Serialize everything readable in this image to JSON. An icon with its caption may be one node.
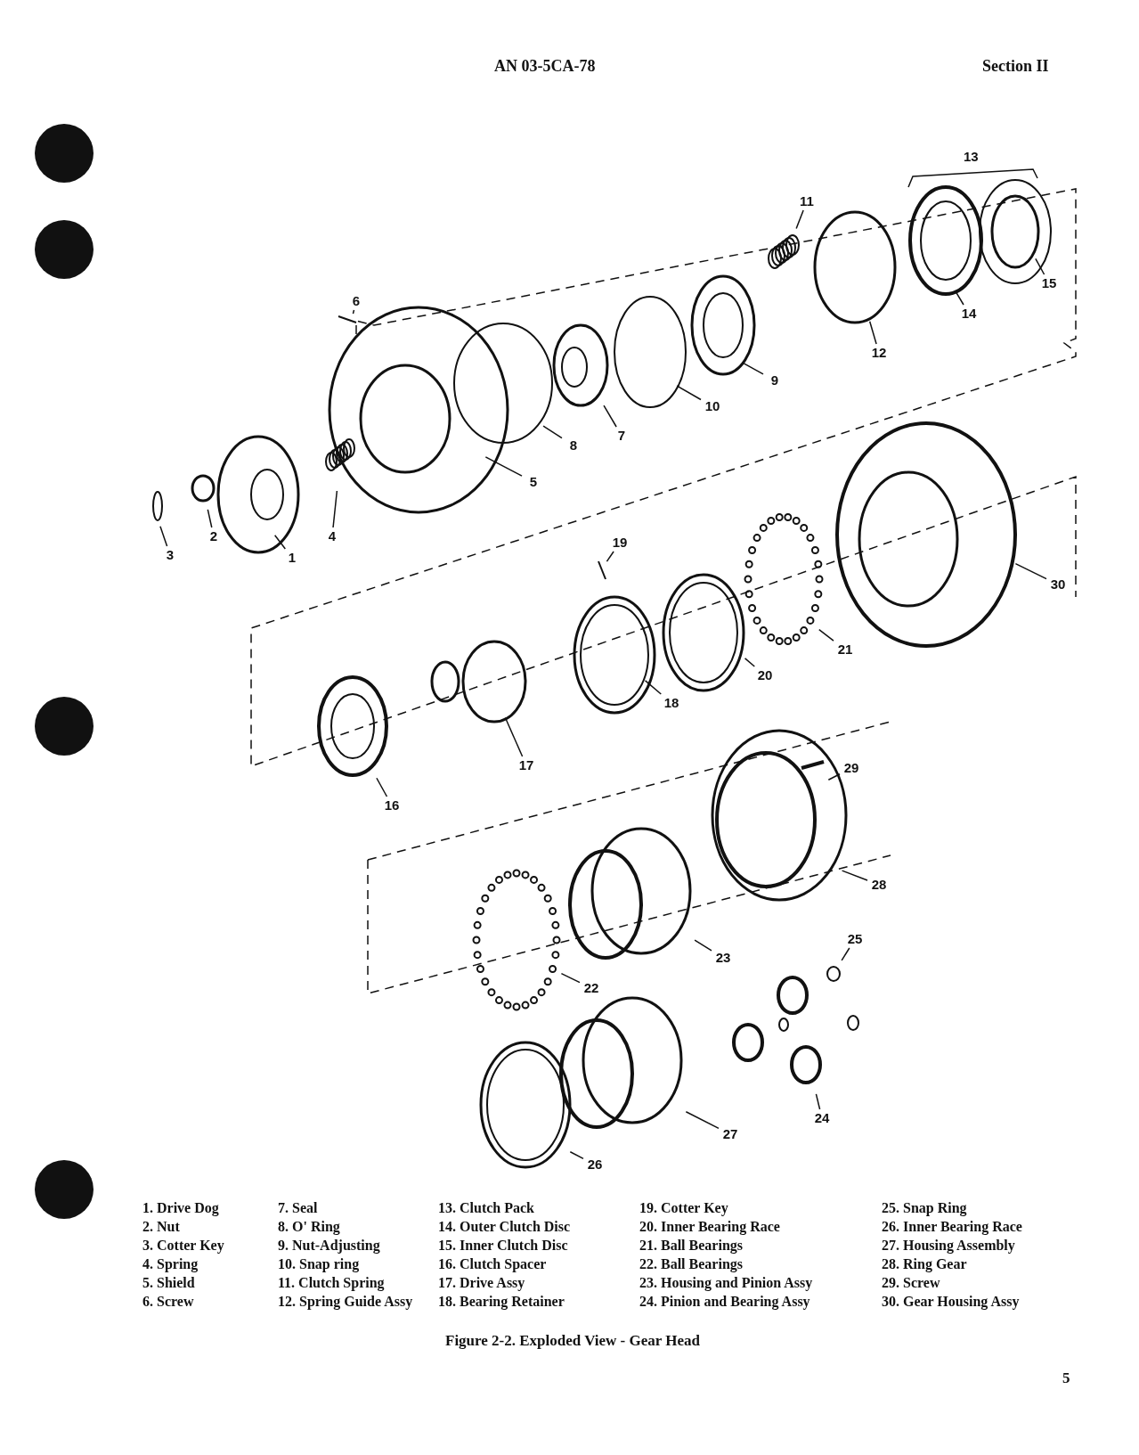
{
  "diagram": {
    "caption": "Figure 2-2. Exploded View - Gear Head",
    "nodes": [
      {
        "text": [
          "1"
        ]
      },
      {
        "text": [
          "2"
        ]
      },
      {
        "text": [
          "3"
        ]
      },
      {
        "text": [
          "4"
        ]
      },
      {
        "text": [
          "5"
        ]
      },
      {
        "text": [
          "6"
        ]
      },
      {
        "text": [
          "7"
        ]
      },
      {
        "text": [
          "8"
        ]
      },
      {
        "text": [
          "9"
        ]
      },
      {
        "text": [
          "10"
        ]
      },
      {
        "text": [
          "11"
        ]
      },
      {
        "text": [
          "12"
        ]
      },
      {
        "text": [
          "14"
        ]
      },
      {
        "text": [
          "15"
        ]
      },
      {
        "text": [
          "16"
        ]
      },
      {
        "text": [
          "17"
        ]
      },
      {
        "text": [
          "18"
        ]
      },
      {
        "text": [
          "19"
        ]
      },
      {
        "text": [
          "20"
        ]
      },
      {
        "text": [
          "21"
        ]
      },
      {
        "text": [
          "22"
        ]
      },
      {
        "text": [
          "23"
        ]
      },
      {
        "text": [
          "24"
        ]
      },
      {
        "text": [
          "25"
        ]
      },
      {
        "text": [
          "26"
        ]
      },
      {
        "text": [
          "27"
        ]
      },
      {
        "text": [
          "28"
        ]
      },
      {
        "text": [
          "29"
        ]
      },
      {
        "text": [
          "30"
        ]
      }
    ],
    "edges": [
      {
        "from": 0,
        "to": null,
        "arrow": "none"
      },
      {
        "from": 1,
        "to": null,
        "arrow": "none"
      },
      {
        "from": 2,
        "to": null,
        "arrow": "none"
      },
      {
        "from": 3,
        "to": null,
        "arrow": "none"
      },
      {
        "from": 4,
        "to": null,
        "arrow": "none"
      },
      {
        "from": 5,
        "to": null,
        "arrow": "none"
      },
      {
        "from": 6,
        "to": null,
        "arrow": "none"
      },
      {
        "from": 7,
        "to": null,
        "arrow": "none"
      },
      {
        "from": 8,
        "to": null,
        "arrow": "none"
      },
      {
        "from": 9,
        "to": null,
        "arrow": "none"
      },
      {
        "from": 10,
        "to": null,
        "arrow": "none"
      },
      {
        "from": 11,
        "to": null,
        "arrow": "none"
      },
      {
        "from": 12,
        "to": null,
        "arrow": "none"
      },
      {
        "from": 13,
        "to": null,
        "arrow": "none"
      },
      {
        "from": 14,
        "to": null,
        "arrow": "none"
      },
      {
        "from": 15,
        "to": null,
        "arrow": "none"
      },
      {
        "from": 16,
        "to": null,
        "arrow": "none"
      },
      {
        "from": 17,
        "to": null,
        "arrow": "none"
      },
      {
        "from": 18,
        "to": null,
        "arrow": "none"
      },
      {
        "from": 19,
        "to": null,
        "arrow": "none"
      },
      {
        "from": 20,
        "to": null,
        "arrow": "none"
      },
      {
        "from": 21,
        "to": null,
        "arrow": "none"
      },
      {
        "from": 22,
        "to": null,
        "arrow": "none"
      },
      {
        "from": 23,
        "to": null,
        "arrow": "none"
      },
      {
        "from": 24,
        "to": null,
        "arrow": "none"
      },
      {
        "from": 25,
        "to": null,
        "arrow": "none"
      },
      {
        "from": 26,
        "to": null,
        "arrow": "none"
      },
      {
        "from": 27,
        "to": null,
        "arrow": "none"
      },
      {
        "from": 28,
        "to": null,
        "arrow": "none"
      }
    ],
    "labels": [
      "AN 03-5CA-78",
      "Section II",
      "13",
      "1. Drive Dog",
      "7. Seal",
      "13. Clutch Pack",
      "19. Cotter Key",
      "25. Snap Ring",
      "2. Nut",
      "8. O' Ring",
      "14. Outer Clutch Disc",
      "20. Inner Bearing Race",
      "26. Inner Bearing Race",
      "3. Cotter Key",
      "9. Nut-Adjusting",
      "15. Inner Clutch Disc",
      "21. Ball Bearings",
      "27. Housing Assembly",
      "4. Spring",
      "10. Snap ring",
      "16. Clutch Spacer",
      "22. Ball Bearings",
      "28. Ring Gear",
      "5. Shield",
      "11. Clutch Spring",
      "17. Drive Assy",
      "23. Housing and Pinion Assy",
      "29. Screw",
      "6. Screw",
      "12. Spring Guide Assy",
      "18. Bearing Retainer",
      "24. Pinion and Bearing Assy",
      "30. Gear Housing Assy",
      "5"
    ]
  }
}
